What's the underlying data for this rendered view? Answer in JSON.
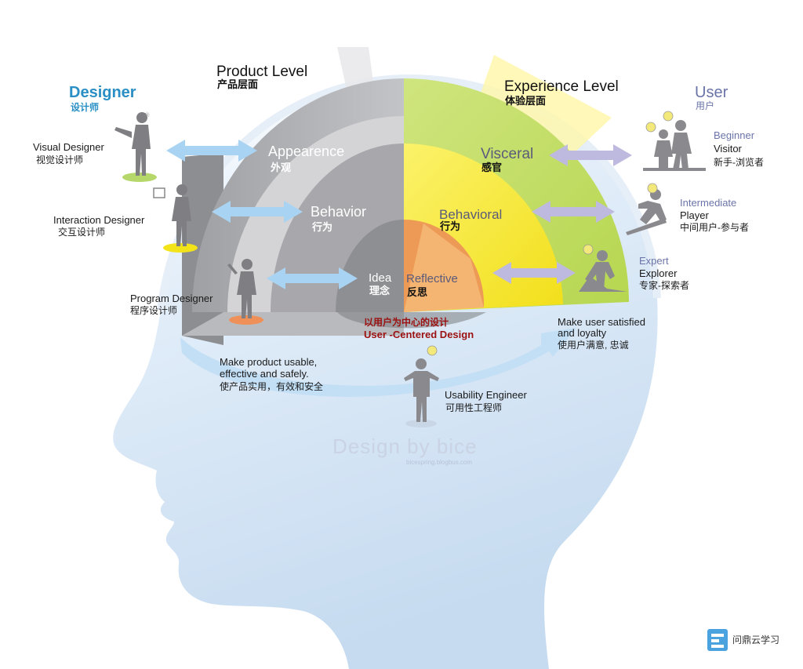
{
  "left_column": {
    "title_en": "Designer",
    "title_zh": "设计师",
    "roles": [
      {
        "en": "Visual Designer",
        "zh": "视觉设计师"
      },
      {
        "en": "Interaction Designer",
        "zh": "交互设计师"
      },
      {
        "en": "Program Designer",
        "zh": "程序设计师"
      }
    ]
  },
  "right_column": {
    "title_en": "User",
    "title_zh": "用户",
    "roles": [
      {
        "level": "Beginner",
        "en": "Visitor",
        "zh": "新手-浏览者"
      },
      {
        "level": "Intermediate",
        "en": "Player",
        "zh": "中间用户-参与者"
      },
      {
        "level": "Expert",
        "en": "Explorer",
        "zh": "专家-探索者"
      }
    ]
  },
  "product_level": {
    "en": "Product Level",
    "zh": "产品层面"
  },
  "experience_level": {
    "en": "Experience Level",
    "zh": "体验层面"
  },
  "product_rings": [
    {
      "en": "Appearence",
      "zh": "外观"
    },
    {
      "en": "Behavior",
      "zh": "行为"
    },
    {
      "en": "Idea",
      "zh": "理念"
    }
  ],
  "experience_rings": [
    {
      "en": "Visceral",
      "zh": "感官"
    },
    {
      "en": "Behavioral",
      "zh": "行为"
    },
    {
      "en": "Reflective",
      "zh": "反思"
    }
  ],
  "center": {
    "zh": "以用户为中心的设计",
    "en": "User -Centered Design"
  },
  "left_goal": {
    "line1": "Make product usable,",
    "line2": "effective and safely.",
    "zh": "使产品实用，有效和安全"
  },
  "right_goal": {
    "line1": "Make user satisfied",
    "line2": "and loyalty",
    "zh": "使用户满意, 忠诚"
  },
  "engineer": {
    "en": "Usability Engineer",
    "zh": "可用性工程师"
  },
  "watermark": {
    "text": "Design by bice",
    "sub": "bicespring.blogbus.com"
  },
  "brand": {
    "text": "问鼎云学习"
  },
  "colors": {
    "gray_outer": "#a9a9ab",
    "gray_mid": "#cfcfd2",
    "gray_inner": "#8f8f93",
    "green": "#c7df6e",
    "yellow": "#f7ee3c",
    "orange": "#ee9a57",
    "arrow_blue": "#a9d3f2",
    "arrow_purple": "#bdb9df",
    "head": "#dbe8f6"
  }
}
